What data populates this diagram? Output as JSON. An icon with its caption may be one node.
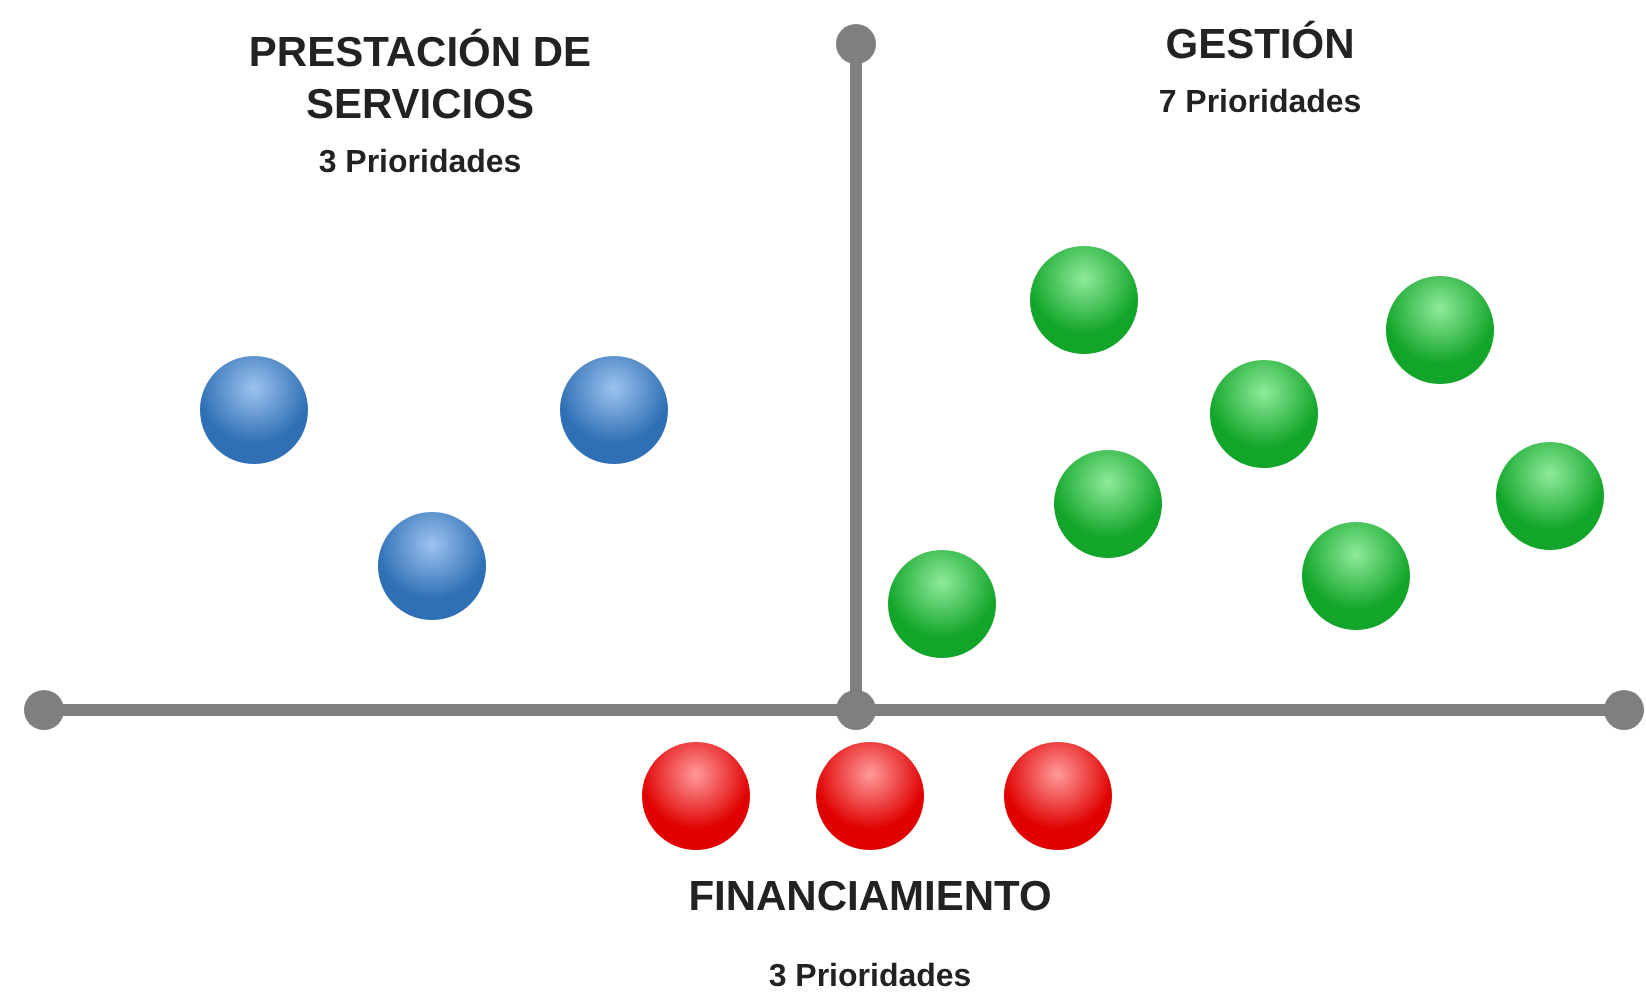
{
  "diagram": {
    "nodes": [
      {
        "text": [],
        "shape": "circle"
      },
      {
        "text": [],
        "shape": "circle"
      },
      {
        "text": [],
        "shape": "circle"
      },
      {
        "text": [],
        "shape": "circle"
      },
      {
        "text": [],
        "shape": "circle"
      },
      {
        "text": [],
        "shape": "circle"
      },
      {
        "text": [],
        "shape": "circle"
      },
      {
        "text": [],
        "shape": "circle"
      },
      {
        "text": [],
        "shape": "circle"
      },
      {
        "text": [],
        "shape": "circle"
      },
      {
        "text": [],
        "shape": "circle"
      },
      {
        "text": [],
        "shape": "circle"
      },
      {
        "text": [],
        "shape": "circle"
      }
    ],
    "edges": [],
    "labels": [
      "PRESTACIÓN DE SERVICIOS",
      "3 Prioridades",
      "GESTIÓN",
      "7 Prioridades",
      "FINANCIAMIENTO",
      "3 Prioridades"
    ]
  }
}
